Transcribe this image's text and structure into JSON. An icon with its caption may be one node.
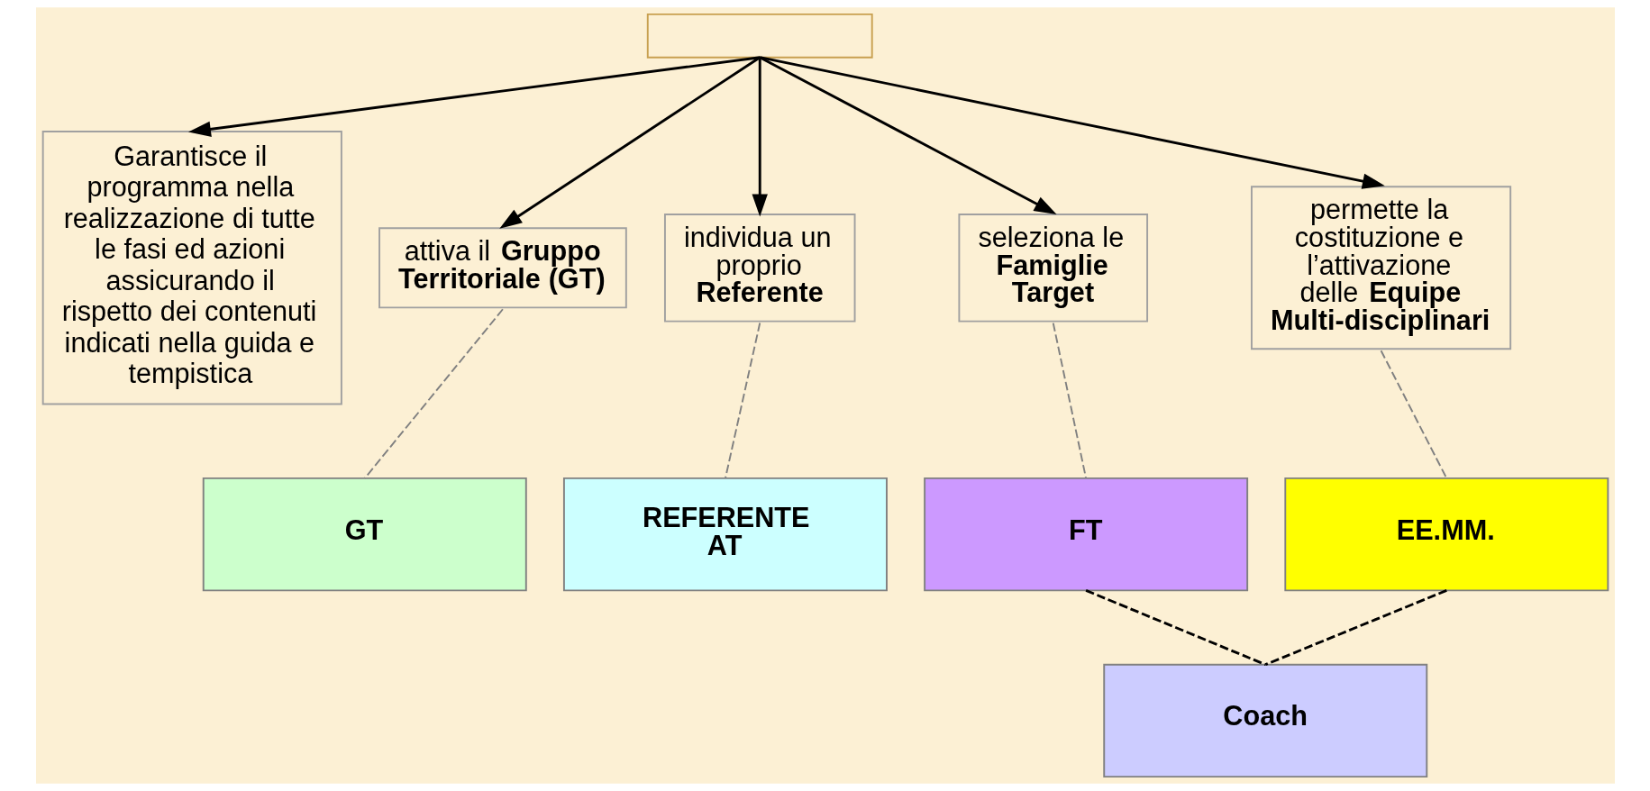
{
  "diagram": {
    "nodes": [
      {
        "text": [],
        "shape": "box"
      },
      {
        "text": [
          "Garantisce il programma nella realizzazione di tutte le fasi ed azioni assicurando il rispetto dei contenuti indicati nella guida e tempistica"
        ]
      },
      {
        "text": [
          "attiva il **Gruppo Territoriale (GT)**"
        ]
      },
      {
        "text": [
          "individua un proprio **Referente**"
        ]
      },
      {
        "text": [
          "seleziona le **Famiglie Target**"
        ]
      },
      {
        "text": [
          "permette la costituzione e l’attivazione delle **Equipe Multi-disciplinari**"
        ]
      },
      {
        "text": [
          "GT"
        ]
      },
      {
        "text": [
          "REFERENTE AT"
        ]
      },
      {
        "text": [
          "FT"
        ]
      },
      {
        "text": [
          "EE.MM."
        ]
      },
      {
        "text": [
          "Coach"
        ]
      }
    ],
    "edges": [
      {
        "from": 0,
        "to": 1,
        "arrow": "to"
      },
      {
        "from": 0,
        "to": 2,
        "arrow": "to"
      },
      {
        "from": 0,
        "to": 3,
        "arrow": "to"
      },
      {
        "from": 0,
        "to": 4,
        "arrow": "to"
      },
      {
        "from": 0,
        "to": 5,
        "arrow": "to"
      },
      {
        "from": 2,
        "to": 6,
        "arrow": "none",
        "style": "dashed",
        "color": "#808080"
      },
      {
        "from": 3,
        "to": 7,
        "arrow": "none",
        "style": "dashed",
        "color": "#808080"
      },
      {
        "from": 4,
        "to": 8,
        "arrow": "none",
        "style": "dashed",
        "color": "#808080"
      },
      {
        "from": 5,
        "to": 9,
        "arrow": "none",
        "style": "dashed",
        "color": "#808080"
      },
      {
        "from": 8,
        "to": 10,
        "arrow": "none",
        "style": "dashed"
      },
      {
        "from": 9,
        "to": 10,
        "arrow": "none",
        "style": "dashed"
      }
    ]
  }
}
